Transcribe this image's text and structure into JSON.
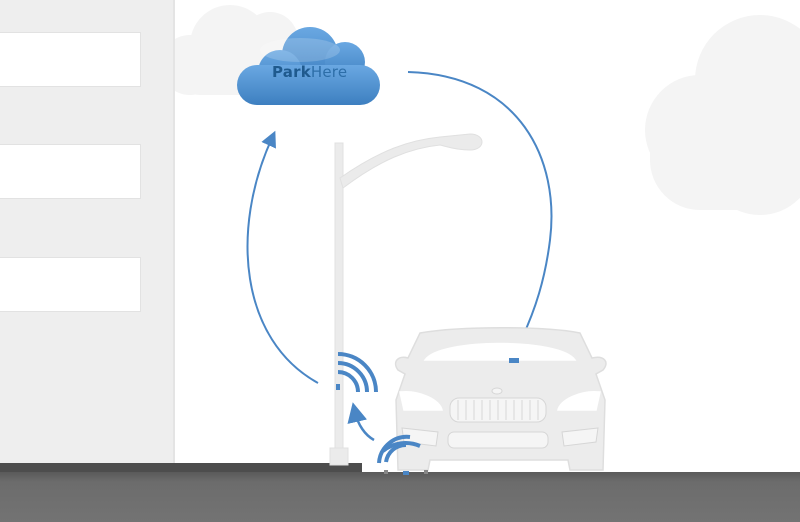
{
  "cloud": {
    "brand_bold": "Park",
    "brand_light": "Here",
    "color": "#4a8fd1"
  },
  "colors": {
    "accent": "#4a86c5",
    "background": "#ffffff",
    "building": "#eeeeee",
    "road": "#6a6a6a",
    "line_art": "#e8e8e8"
  },
  "diagram": {
    "nodes": [
      "building",
      "street-lamp",
      "cloud-service",
      "car",
      "ground-sensor"
    ],
    "flows": [
      {
        "from": "ground-sensor",
        "to": "street-lamp",
        "type": "wireless-arrow"
      },
      {
        "from": "street-lamp",
        "to": "cloud-service",
        "type": "arrow"
      },
      {
        "from": "cloud-service",
        "to": "car",
        "type": "arrow"
      }
    ]
  }
}
